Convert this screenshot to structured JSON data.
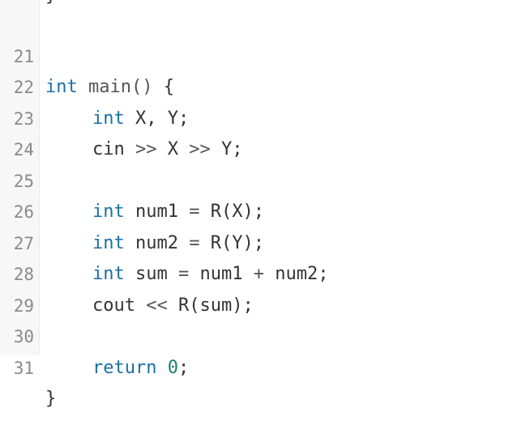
{
  "editor": {
    "colors": {
      "keyword": "#1a6fa6",
      "text": "#333333",
      "line_number": "#8a8a8a",
      "number": "#1a7f6a",
      "gutter_bg": "#f7f7f7"
    },
    "clipped_top": "}",
    "lines": [
      {
        "number": "21",
        "tokens": [
          "int",
          " ",
          "main",
          "()",
          " {"
        ]
      },
      {
        "number": "22",
        "tokens": [
          "int",
          " X, Y;"
        ]
      },
      {
        "number": "23",
        "tokens": [
          "cin ",
          ">>",
          " X ",
          ">>",
          " Y;"
        ]
      },
      {
        "number": "24",
        "tokens": []
      },
      {
        "number": "25",
        "tokens": [
          "int",
          " num1 ",
          "=",
          " R(X);"
        ]
      },
      {
        "number": "26",
        "tokens": [
          "int",
          " num2 ",
          "=",
          " R(Y);"
        ]
      },
      {
        "number": "27",
        "tokens": [
          "int",
          " sum ",
          "=",
          " num1 ",
          "+",
          " num2;"
        ]
      },
      {
        "number": "28",
        "tokens": [
          "cout ",
          "<<",
          " R(sum);"
        ]
      },
      {
        "number": "29",
        "tokens": []
      },
      {
        "number": "30",
        "tokens": [
          "return",
          " ",
          "0",
          ";"
        ]
      },
      {
        "number": "31",
        "tokens": [
          "}"
        ]
      }
    ]
  }
}
